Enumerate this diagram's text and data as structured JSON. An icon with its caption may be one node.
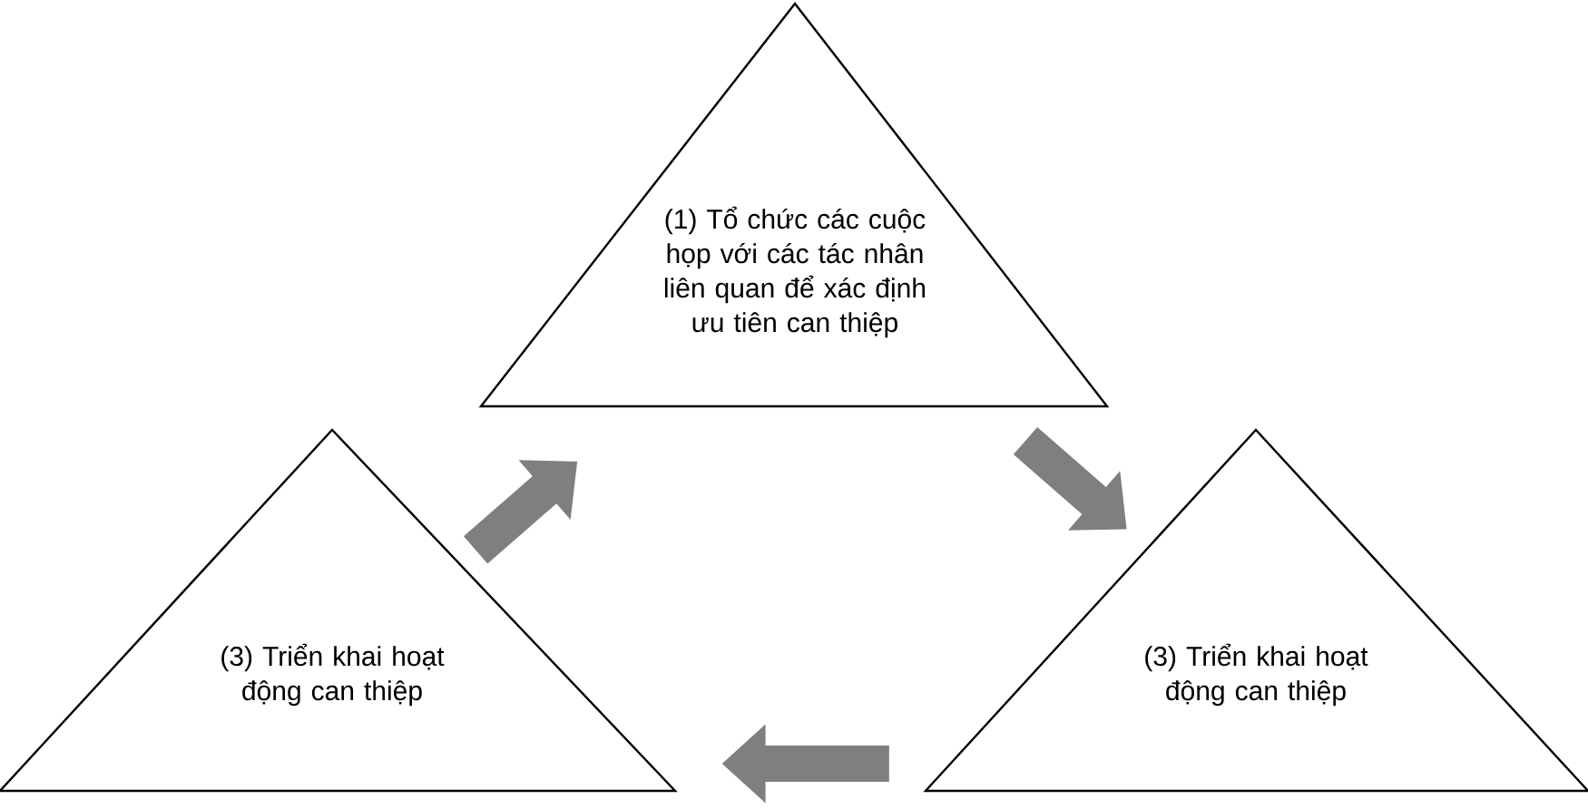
{
  "diagram": {
    "nodes": [
      {
        "text": [
          "(1) Tổ chức các cuộc họp với các tác nhân liên quan để xác định ưu tiên can thiệp"
        ]
      },
      {
        "text": [
          "(3) Triển khai hoạt động can thiệp"
        ]
      },
      {
        "text": [
          "(3) Triển khai hoạt động can thiệp"
        ]
      }
    ],
    "edges": [
      {
        "from": 1,
        "to": 0,
        "arrow": "to"
      },
      {
        "from": 0,
        "to": 2,
        "arrow": "to"
      },
      {
        "from": 2,
        "to": 1,
        "arrow": "to"
      }
    ]
  }
}
